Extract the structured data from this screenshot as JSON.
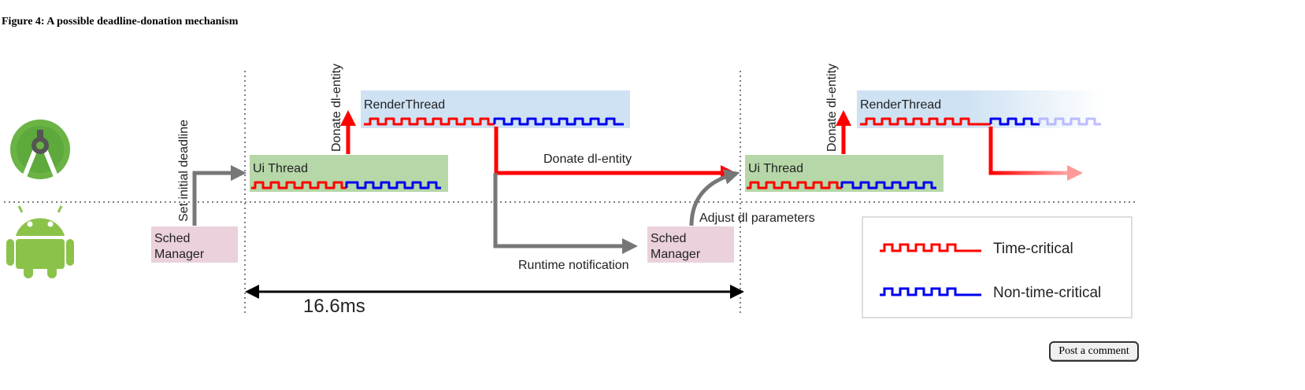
{
  "caption": "Figure 4: A possible deadline-donation mechanism",
  "diagram": {
    "labels": {
      "render_thread": "RenderThread",
      "ui_thread": "Ui Thread",
      "sched_line1": "Sched",
      "sched_line2": "Manager",
      "donate_vertical": "Donate dl-entity",
      "set_initial_deadline": "Set initial deadline",
      "donate_horizontal": "Donate dl-entity",
      "adjust_dl": "Adjust dl parameters",
      "runtime_notification": "Runtime notification",
      "duration": "16.6ms"
    },
    "legend": {
      "time_critical": "Time-critical",
      "non_time_critical": "Non-time-critical"
    },
    "icons": [
      "android-studio-icon",
      "android-robot-icon"
    ],
    "colors": {
      "time_critical": "#ff0000",
      "non_time_critical": "#0000ee",
      "render_thread_box": "#cfe2f3",
      "ui_thread_box": "#b6d7a8",
      "sched_manager_box": "#ead1dc",
      "arrow_gray": "#777777"
    }
  },
  "comment_button": "Post a comment"
}
